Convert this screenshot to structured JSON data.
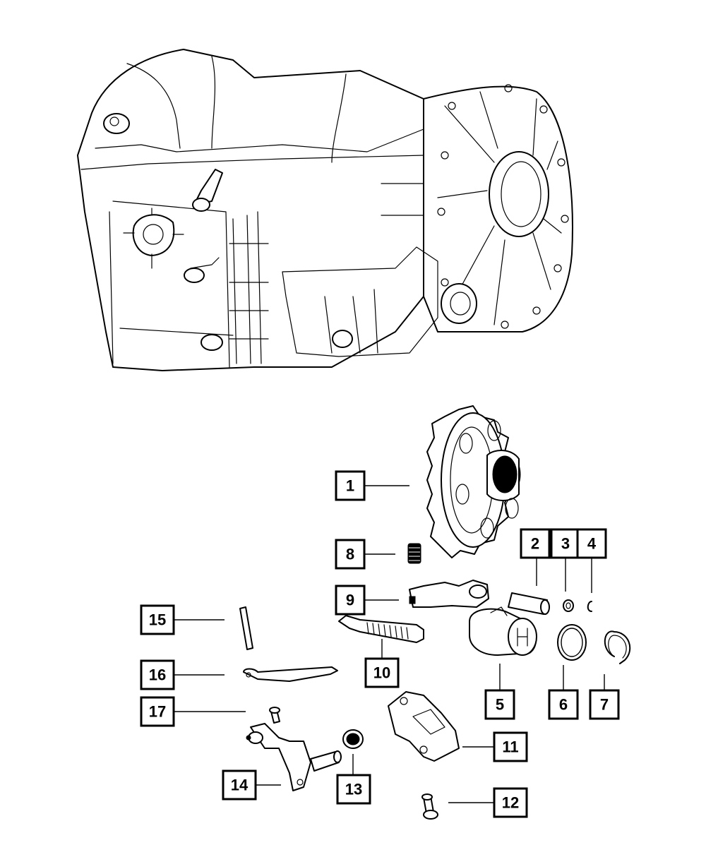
{
  "callouts": [
    "1",
    "2",
    "3",
    "4",
    "5",
    "6",
    "7",
    "8",
    "9",
    "10",
    "11",
    "12",
    "13",
    "14",
    "15",
    "16",
    "17"
  ],
  "colors": {
    "line": "#000000",
    "background": "#ffffff"
  }
}
